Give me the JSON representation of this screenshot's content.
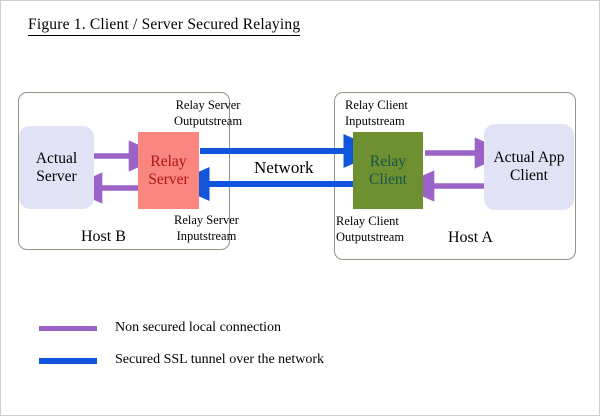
{
  "figure": {
    "title": "Figure 1. Client / Server Secured Relaying"
  },
  "hosts": [
    {
      "id": "host-b",
      "label": "Host B"
    },
    {
      "id": "host-a",
      "label": "Host A"
    }
  ],
  "nodes": [
    {
      "id": "actual-server",
      "label": "Actual\nServer",
      "line1": "Actual",
      "line2": "Server",
      "fill": "#e2e2f7",
      "text_color": "#000000"
    },
    {
      "id": "relay-server",
      "label": "Relay\nServer",
      "line1": "Relay",
      "line2": "Server",
      "fill": "#fa8680",
      "text_color": "#b01515"
    },
    {
      "id": "relay-client",
      "label": "Relay\nClient",
      "line1": "Relay",
      "line2": "Client",
      "fill": "#6f9030",
      "text_color": "#14544c"
    },
    {
      "id": "actual-app-client",
      "label": "Actual App\nClient",
      "line1": "Actual App",
      "line2": "Client",
      "fill": "#e2e2f7",
      "text_color": "#000000"
    }
  ],
  "annotations": {
    "relay_server_outputstream_line1": "Relay Server",
    "relay_server_outputstream_line2": "Outputstream",
    "relay_server_inputstream_line1": "Relay Server",
    "relay_server_inputstream_line2": "Inputstream",
    "relay_client_inputstream_line1": "Relay Client",
    "relay_client_inputstream_line2": "Inputstream",
    "relay_client_outputstream_line1": "Relay Client",
    "relay_client_outputstream_line2": "Outputstream",
    "network": "Network"
  },
  "legend": {
    "items": [
      {
        "color": "#9b63c8",
        "style": "purple",
        "label": "Non secured local connection"
      },
      {
        "color": "#1155dd",
        "style": "blue",
        "label": "Secured SSL tunnel over the network"
      }
    ]
  },
  "colors": {
    "purple_arrow": "#9b63c8",
    "blue_arrow": "#1155dd",
    "lavender_box": "#e2e2f7",
    "salmon_box": "#fa8680",
    "olive_box": "#6f9030",
    "relay_server_text": "#b01515",
    "relay_client_text": "#14544c",
    "host_border": "#9a9084",
    "background": "#ffffff"
  }
}
